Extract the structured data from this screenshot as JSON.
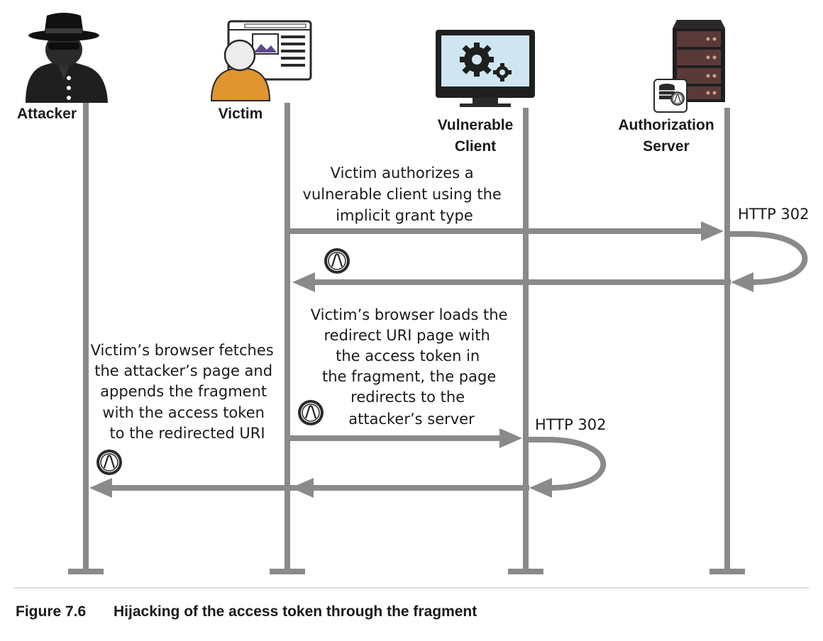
{
  "actors": {
    "attacker": {
      "label": "Attacker"
    },
    "victim": {
      "label": "Victim"
    },
    "client": {
      "label_line1": "Vulnerable",
      "label_line2": "Client"
    },
    "server": {
      "label_line1": "Authorization",
      "label_line2": "Server"
    }
  },
  "messages": {
    "step1": {
      "lines": [
        "Victim authorizes a",
        "vulnerable client using the",
        "implicit grant type"
      ]
    },
    "redirect1": {
      "label": "HTTP 302"
    },
    "step2": {
      "lines": [
        "Victim’s browser loads the",
        "redirect URI page with",
        "the access token in",
        "the fragment, the page",
        "redirects to the",
        "attacker’s server"
      ]
    },
    "redirect2": {
      "label": "HTTP 302"
    },
    "step3": {
      "lines": [
        "Victim’s browser fetches",
        "the attacker’s page and",
        "appends the fragment",
        "with the access token",
        "to the redirected URI"
      ]
    }
  },
  "token_badge": {
    "symbol": "A"
  },
  "caption": {
    "number": "Figure 7.6",
    "text": "Hijacking of the access token through the fragment"
  },
  "colors": {
    "line": "#8a8a8a",
    "monitor_screen": "#cfe6f2",
    "victim_body": "#e0952f",
    "server_body": "#5a3a38"
  }
}
